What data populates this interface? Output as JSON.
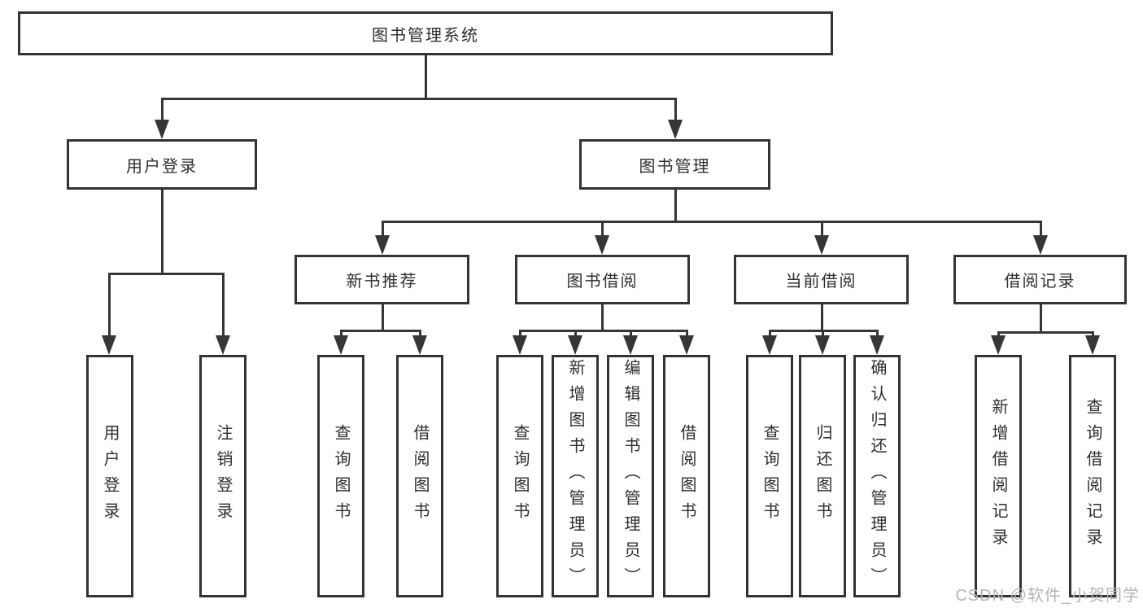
{
  "colors": {
    "line": "#363636",
    "box_border": "#333333",
    "text": "#2e2e2e",
    "watermark": "#b5b5b5",
    "background": "#ffffff"
  },
  "tree": {
    "root": {
      "label": "图书管理系统",
      "children": [
        {
          "label": "用户登录",
          "children": [
            {
              "label": "用户登录"
            },
            {
              "label": "注销登录"
            }
          ]
        },
        {
          "label": "图书管理",
          "children": [
            {
              "label": "新书推荐",
              "children": [
                {
                  "label": "查询图书"
                },
                {
                  "label": "借阅图书"
                }
              ]
            },
            {
              "label": "图书借阅",
              "children": [
                {
                  "label": "查询图书"
                },
                {
                  "label": "新增图书（管理员）"
                },
                {
                  "label": "编辑图书（管理员）"
                },
                {
                  "label": "借阅图书"
                }
              ]
            },
            {
              "label": "当前借阅",
              "children": [
                {
                  "label": "查询图书"
                },
                {
                  "label": "归还图书"
                },
                {
                  "label": "确认归还（管理员）"
                }
              ]
            },
            {
              "label": "借阅记录",
              "children": [
                {
                  "label": "新增借阅记录"
                },
                {
                  "label": "查询借阅记录"
                }
              ]
            }
          ]
        }
      ]
    }
  },
  "watermark": {
    "text": "CSDN @软件_小贺同学"
  }
}
